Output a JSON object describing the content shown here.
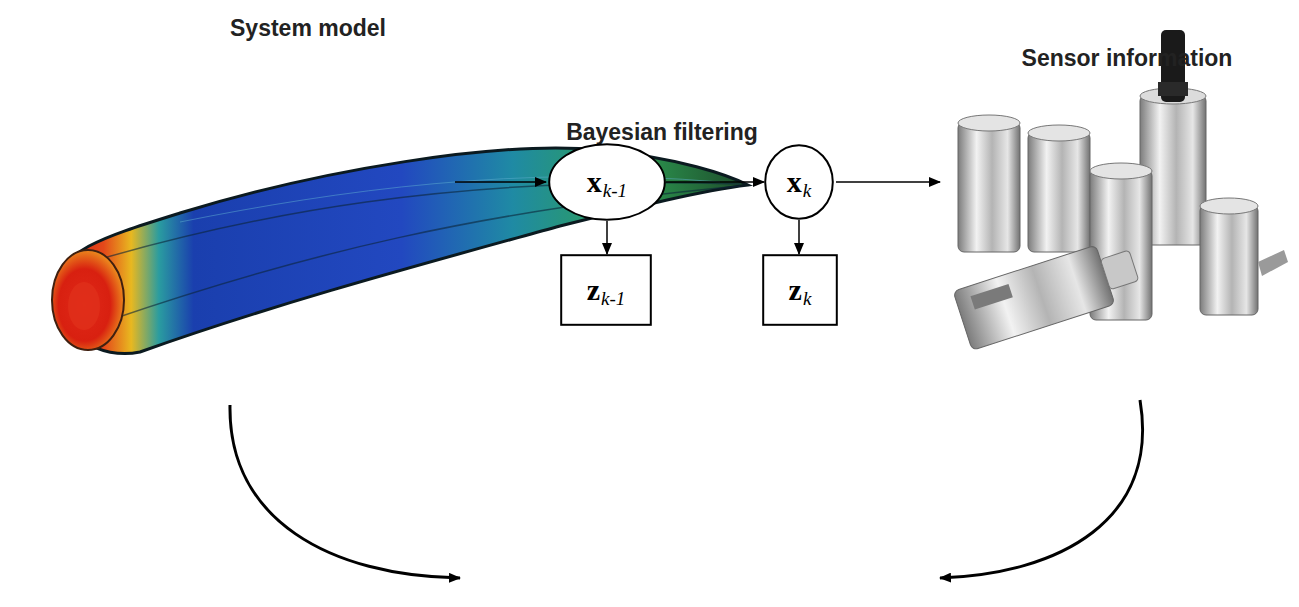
{
  "diagram": {
    "nodes": [
      {
        "text": [
          "x",
          "k-1"
        ]
      },
      {
        "text": [
          "x",
          "k"
        ]
      },
      {
        "text": [
          "z",
          "k-1"
        ]
      },
      {
        "text": [
          "z",
          "k"
        ]
      }
    ],
    "edges": [
      {
        "from": 0,
        "to": 1,
        "arrow": "to"
      },
      {
        "from": 0,
        "to": 2,
        "arrow": "to"
      },
      {
        "from": 1,
        "to": 3,
        "arrow": "to"
      }
    ],
    "labels": [
      "System model",
      "Sensor information",
      "Bayesian filtering"
    ]
  }
}
